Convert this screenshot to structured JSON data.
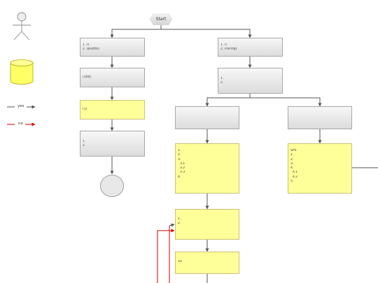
{
  "legend": {
    "title": "",
    "actor_label": "",
    "database_label": "",
    "yes_label": "yes",
    "no_label": "no"
  },
  "colors": {
    "connector": "#555555",
    "no_path": "#cc0000",
    "decision_fill": "#ffff99",
    "process_fill": "#e6e6e6"
  },
  "start": {
    "label": "Start"
  },
  "end": {
    "label": ""
  },
  "nodes": {
    "puzzle_mode": {
      "lines": [
        "1. [] ",
        "2. [puzzle]"
      ]
    },
    "puzzle_init": {
      "lines": [
        "(100)"
      ]
    },
    "puzzle_check": {
      "lines": [
        "(1)"
      ]
    },
    "puzzle_result": {
      "lines": [
        "",
        "1.",
        "2."
      ]
    },
    "racing_mode": {
      "lines": [
        "1. [] ",
        "2. [racing]"
      ]
    },
    "racing_setup": {
      "lines": [
        "",
        "1.",
        "2."
      ]
    },
    "racing_branch_left": {
      "lines": [
        "",
        ""
      ]
    },
    "racing_branch_right": {
      "lines": [
        ""
      ]
    },
    "left_process": {
      "lines": [
        {
          "text": "",
          "indent": false
        },
        {
          "text": "1.",
          "indent": false
        },
        {
          "text": "2.",
          "indent": false
        },
        {
          "text": "3.",
          "indent": false
        },
        {
          "text": "3.1",
          "indent": true
        },
        {
          "text": "3.2",
          "indent": true
        },
        {
          "text": "3.3",
          "indent": true
        },
        {
          "text": "4.",
          "indent": false
        }
      ]
    },
    "sps_process": {
      "lines": [
        {
          "text": "SPS",
          "indent": false
        },
        {
          "text": "1.",
          "indent": false
        },
        {
          "text": "2.",
          "indent": false
        },
        {
          "text": "3.",
          "indent": false
        },
        {
          "text": "4.",
          "indent": false
        },
        {
          "text": "4.1",
          "indent": true
        },
        {
          "text": "4.2",
          "indent": true
        },
        {
          "text": "5.",
          "indent": false
        }
      ]
    },
    "loop_step": {
      "title": "",
      "lines": [
        "1.",
        "2."
      ]
    },
    "loop_check": {
      "title": "",
      "lines": [
        "10"
      ]
    }
  }
}
